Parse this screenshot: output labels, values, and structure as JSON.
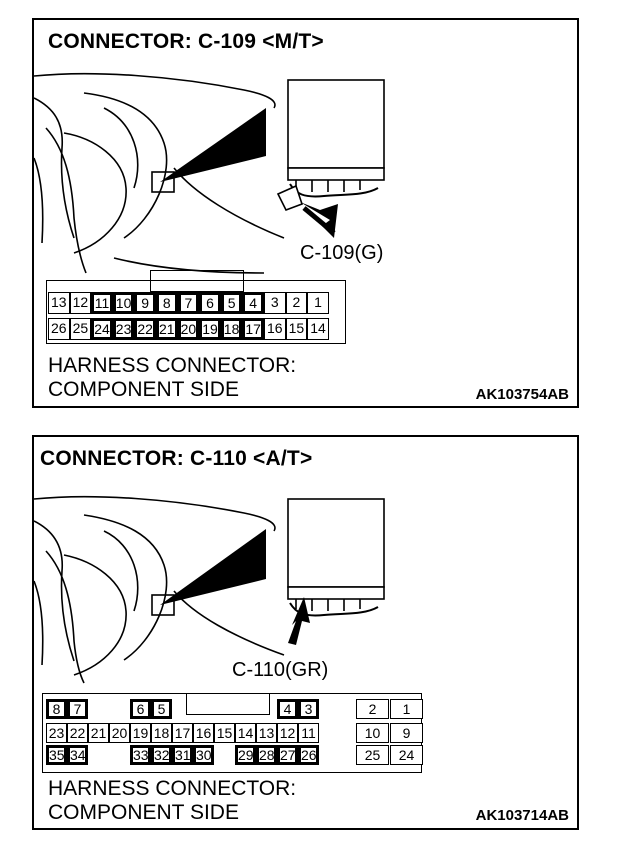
{
  "diagrams": [
    {
      "title": "CONNECTOR: C-109 <M/T>",
      "callout": "C-109(G)",
      "caption_line1": "HARNESS CONNECTOR:",
      "caption_line2": "COMPONENT SIDE",
      "code": "AK103754AB",
      "row_top": [
        "13",
        "12",
        "11",
        "10",
        "9",
        "8",
        "7",
        "6",
        "5",
        "4",
        "3",
        "2",
        "1"
      ],
      "row_bottom": [
        "26",
        "25",
        "24",
        "23",
        "22",
        "21",
        "20",
        "19",
        "18",
        "17",
        "16",
        "15",
        "14"
      ]
    },
    {
      "title": "CONNECTOR: C-110 <A/T>",
      "callout": "C-110(GR)",
      "caption_line1": "HARNESS CONNECTOR:",
      "caption_line2": "COMPONENT SIDE",
      "code": "AK103714AB",
      "row_top": [
        "8",
        "7",
        "6",
        "5",
        "4",
        "3",
        "2",
        "1"
      ],
      "row_middle": [
        "23",
        "22",
        "21",
        "20",
        "19",
        "18",
        "17",
        "16",
        "15",
        "14",
        "13",
        "12",
        "11",
        "10",
        "9"
      ],
      "row_bottom": [
        "35",
        "34",
        "33",
        "32",
        "31",
        "30",
        "29",
        "28",
        "27",
        "26",
        "25",
        "24"
      ]
    }
  ]
}
